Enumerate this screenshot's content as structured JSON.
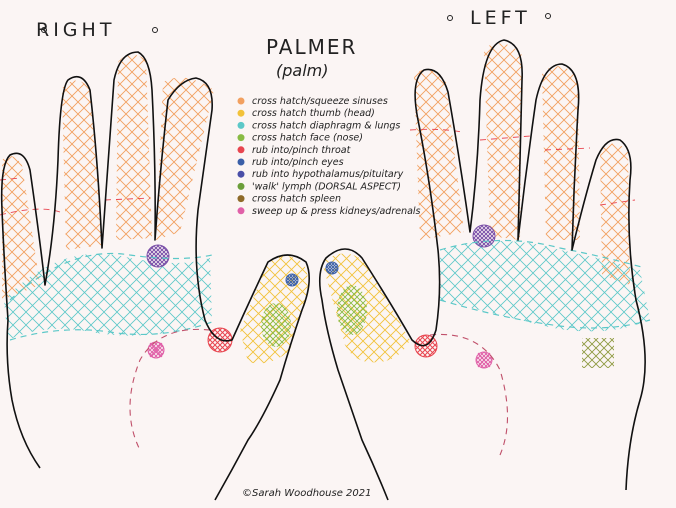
{
  "labels": {
    "right": "RIGHT",
    "left": "LEFT",
    "title": "PALMER",
    "subtitle": "(palm)",
    "credit": "©Sarah Woodhouse 2021"
  },
  "legend": [
    {
      "text": "cross hatch/squeeze sinuses",
      "color": "#f2a060"
    },
    {
      "text": "cross hatch thumb (head)",
      "color": "#f2c23a"
    },
    {
      "text": "cross hatch diaphragm & lungs",
      "color": "#5cc8c8"
    },
    {
      "text": "cross hatch face (nose)",
      "color": "#88bb44"
    },
    {
      "text": "rub into/pinch throat",
      "color": "#e8454f"
    },
    {
      "text": "rub into/pinch eyes",
      "color": "#3a5fa8"
    },
    {
      "text": "rub into hypothalamus/pituitary",
      "color": "#4a4fa8"
    },
    {
      "text": "'walk' lymph (DORSAL ASPECT)",
      "color": "#6b9e3a"
    },
    {
      "text": "cross hatch spleen",
      "color": "#8e6a28"
    },
    {
      "text": "sweep up & press kidneys/adrenals",
      "color": "#e060a8"
    }
  ],
  "colors": {
    "sinus": "#f2a060",
    "thumb": "#f2c23a",
    "lungs": "#5cc8c8",
    "face": "#88bb44",
    "throat": "#e8454f",
    "eyes": "#3a5fa8",
    "pituitary": "#7a4fa8",
    "spleen": "#8e9a40",
    "kidney": "#e060a8",
    "outline": "#111111",
    "dashed": "#c0506a"
  }
}
